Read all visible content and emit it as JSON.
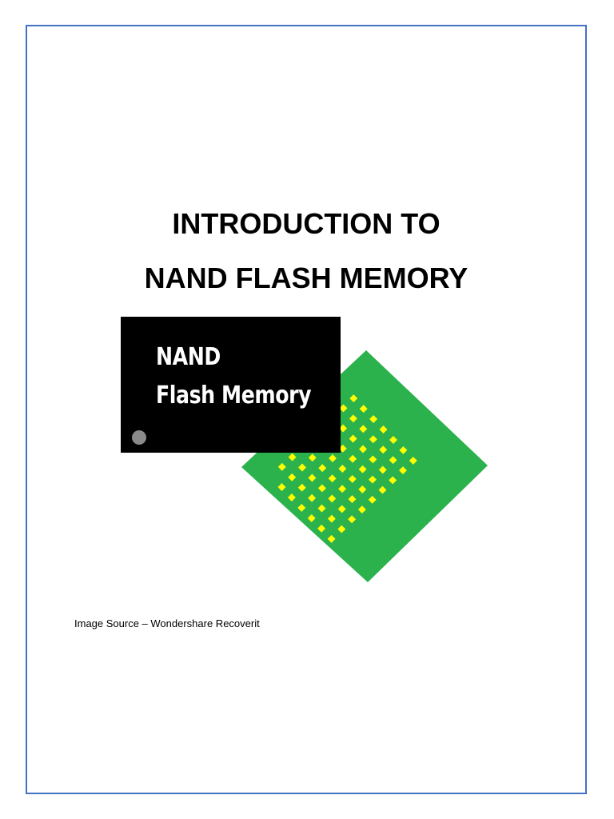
{
  "document": {
    "title_line_1": "INTRODUCTION TO",
    "title_line_2": "NAND FLASH MEMORY",
    "caption": "Image Source – Wondershare Recoverit"
  },
  "illustration": {
    "chip_label_line_1": "NAND",
    "chip_label_line_2": "Flash Memory",
    "colors": {
      "chip": "#000000",
      "chip_text": "#ffffff",
      "chip_dot": "#8a8a8a",
      "pcb": "#2bb24c",
      "solder_pads": "#ffff00",
      "page_border": "#4472c4"
    }
  }
}
